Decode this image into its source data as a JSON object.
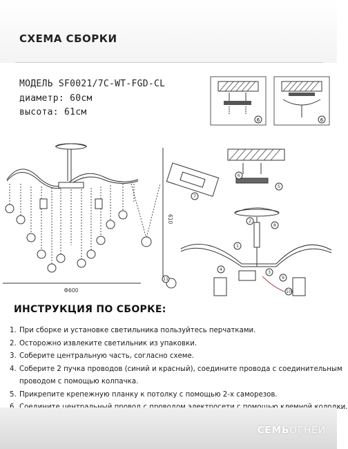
{
  "header": {
    "title": "СХЕМА СБОРКИ"
  },
  "spec": {
    "model": "МОДЕЛЬ SF0021/7C-WT-FGD-CL",
    "diameter": "диаметр: 60см",
    "height": "высота: 61см"
  },
  "diagram": {
    "width_label": "Ф600",
    "height_label": "610",
    "detail_numbers": [
      "6",
      "6"
    ],
    "callouts": [
      "1",
      "2",
      "3",
      "4",
      "5",
      "6",
      "7",
      "8",
      "9",
      "10",
      "11"
    ]
  },
  "instructions": {
    "title": "ИНСТРУКЦИЯ ПО СБОРКЕ:",
    "steps": [
      {
        "num": "1.",
        "text": "При сборке и установке светильника пользуйтесь перчатками.",
        "cont": ""
      },
      {
        "num": "2.",
        "text": "Осторожно извлеките светильник из упаковки.",
        "cont": ""
      },
      {
        "num": "3.",
        "text": "Соберите центральную часть, согласно схеме.",
        "cont": ""
      },
      {
        "num": "4.",
        "text": "Соберите 2 пучка проводов (синий и красный), соедините провода с соединительным",
        "cont": "проводом с помощью колпачка."
      },
      {
        "num": "5.",
        "text": "Прикрепите крепежную планку к потолку с помощью 2-х саморезов.",
        "cont": ""
      },
      {
        "num": "6.",
        "text": "Соедините центральный провод с проводом электросети с помощью клемной колодки.",
        "cont": ""
      }
    ]
  },
  "footer": {
    "brand_bold": "СЕМЬ",
    "brand_light": "ОГНЕЙ"
  }
}
